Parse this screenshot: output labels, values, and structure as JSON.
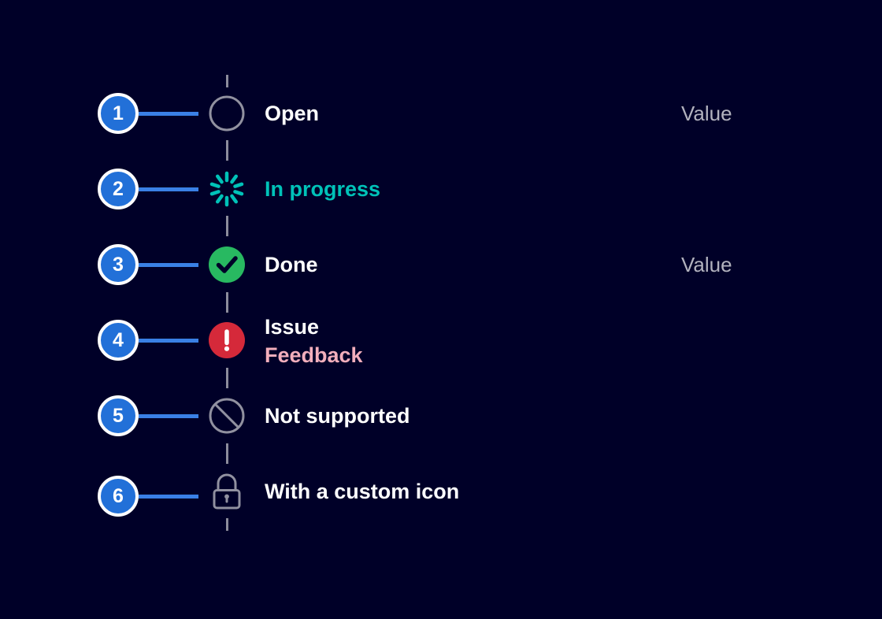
{
  "colors": {
    "bg": "#000028",
    "marker-blue": "#2270d8",
    "marker-ring": "#ffffff",
    "connector-blue": "#3a80e5",
    "timeline-gray": "#8c8c9c",
    "icon-gray": "#9191a0",
    "teal": "#00c2b8",
    "green": "#28b961",
    "check-navy": "#000028",
    "red": "#d5293a",
    "pink": "#f2aebc",
    "label-white": "#ffffff",
    "value-gray": "#b2b2be"
  },
  "rows": [
    {
      "number": "1",
      "status": "open",
      "label": "Open",
      "value": "Value"
    },
    {
      "number": "2",
      "status": "in-progress",
      "label": "In progress"
    },
    {
      "number": "3",
      "status": "done",
      "label": "Done",
      "value": "Value"
    },
    {
      "number": "4",
      "status": "issue",
      "label": "Issue",
      "sublabel": "Feedback"
    },
    {
      "number": "5",
      "status": "not-supported",
      "label": "Not supported"
    },
    {
      "number": "6",
      "status": "custom-icon",
      "label": "With a custom icon"
    }
  ]
}
